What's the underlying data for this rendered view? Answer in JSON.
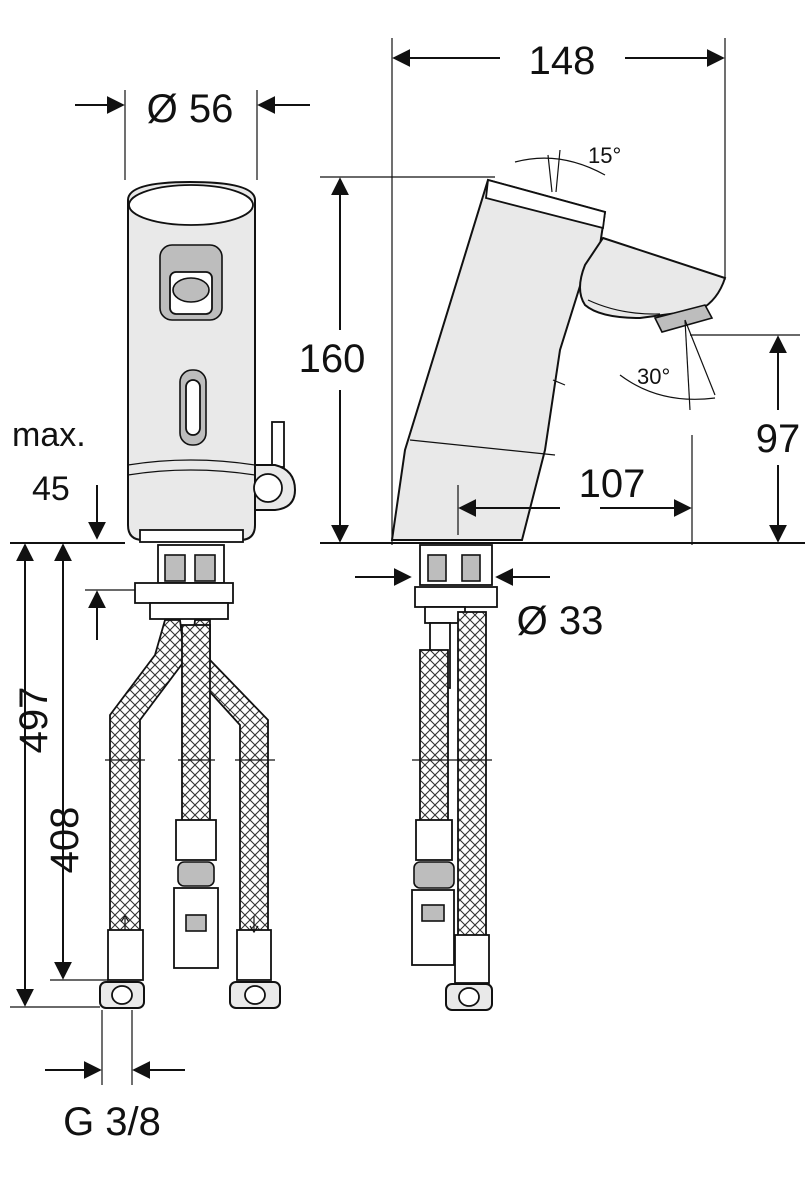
{
  "dimensions": {
    "width_148": "148",
    "diameter_56": "Ø 56",
    "angle_15": "15°",
    "height_160": "160",
    "angle_30": "30°",
    "height_97": "97",
    "max_label": "max.",
    "max_45": "45",
    "length_107": "107",
    "diameter_33": "Ø 33",
    "length_497": "497",
    "length_408": "408",
    "thread_g38": "G 3/8"
  },
  "colors": {
    "line": "#111111",
    "body": "#e9e9e9",
    "shade": "#bdbdbd",
    "background": "#ffffff"
  }
}
